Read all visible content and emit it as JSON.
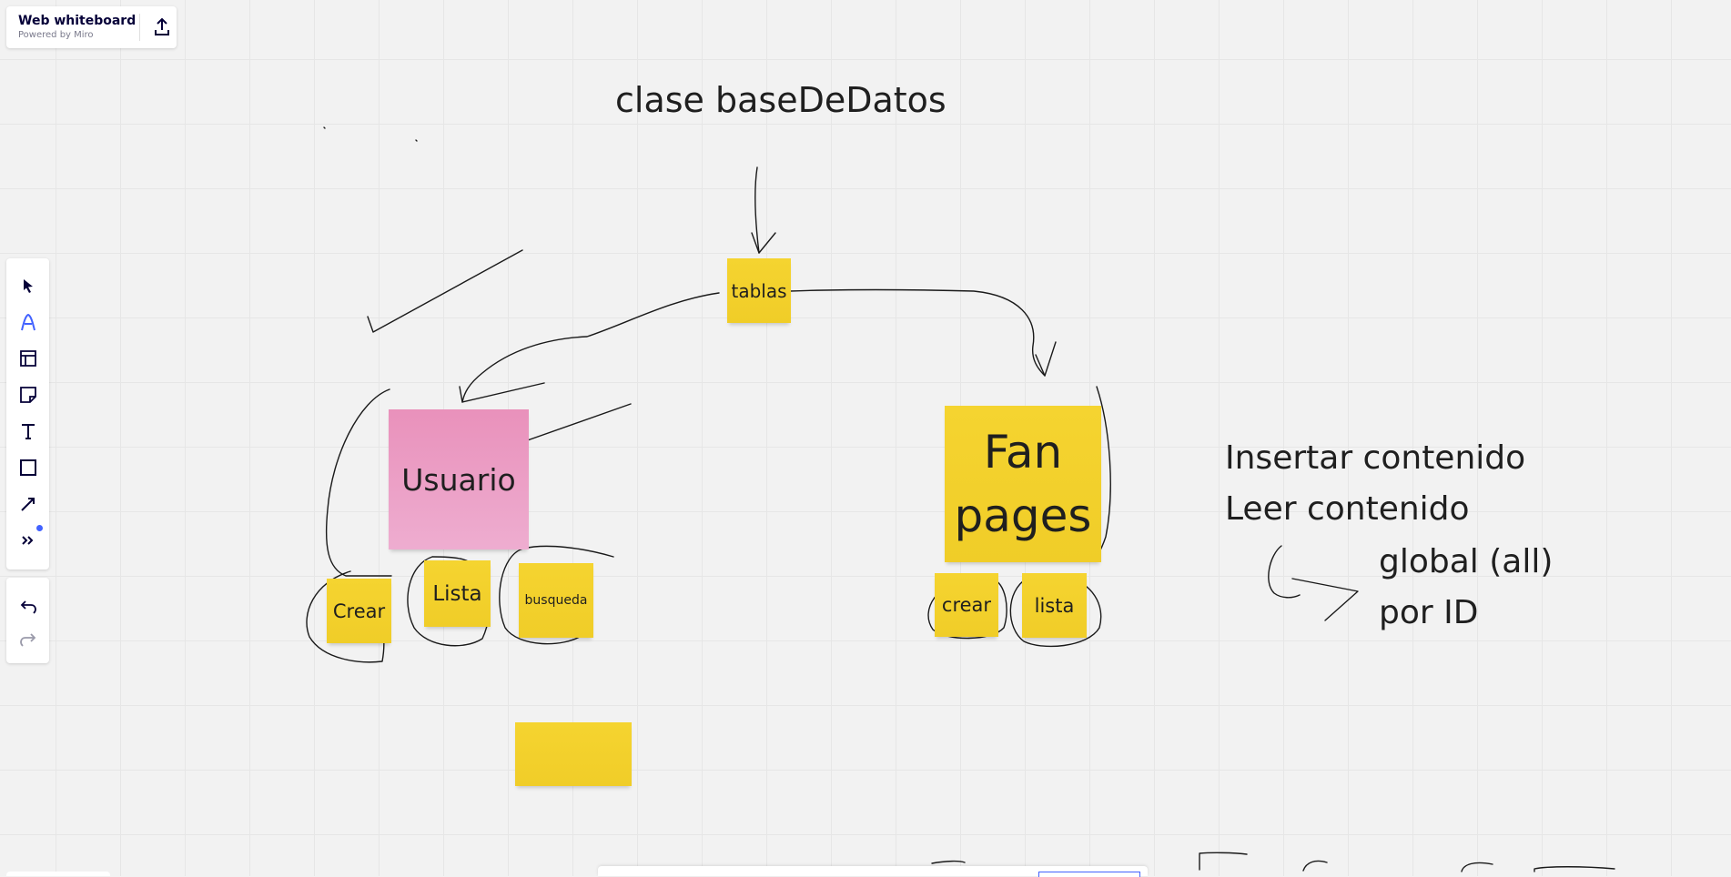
{
  "app": {
    "title": "Web whiteboard",
    "subtitle": "Powered by Miro"
  },
  "toolbar": {
    "tools": [
      {
        "icon": "select-cursor-icon"
      },
      {
        "icon": "pen-icon"
      },
      {
        "icon": "frame-template-icon"
      },
      {
        "icon": "sticky-note-icon"
      },
      {
        "icon": "text-icon"
      },
      {
        "icon": "shape-icon"
      },
      {
        "icon": "connector-line-icon"
      },
      {
        "icon": "more-tools-icon"
      }
    ],
    "history": [
      {
        "icon": "undo-icon"
      },
      {
        "icon": "redo-icon"
      }
    ],
    "active_color": "#4262ff"
  },
  "board": {
    "heading": "clase baseDeDatos",
    "notes": {
      "tablas": "tablas",
      "usuario": "Usuario",
      "crear_u": "Crear",
      "lista_u": "Lista",
      "busqueda": "busqueda",
      "fan_pages_line1": "Fan",
      "fan_pages_line2": "pages",
      "crear_f": "crear",
      "lista_f": "lista",
      "empty": ""
    },
    "texts": {
      "insertar": "Insertar contenido",
      "leer": "Leer contenido",
      "global": "global (all)",
      "por_id": "por ID"
    },
    "colors": {
      "yellow_note": "#f2d02b",
      "pink_note": "#eb9fc6",
      "ink": "#1a1a1a"
    }
  }
}
